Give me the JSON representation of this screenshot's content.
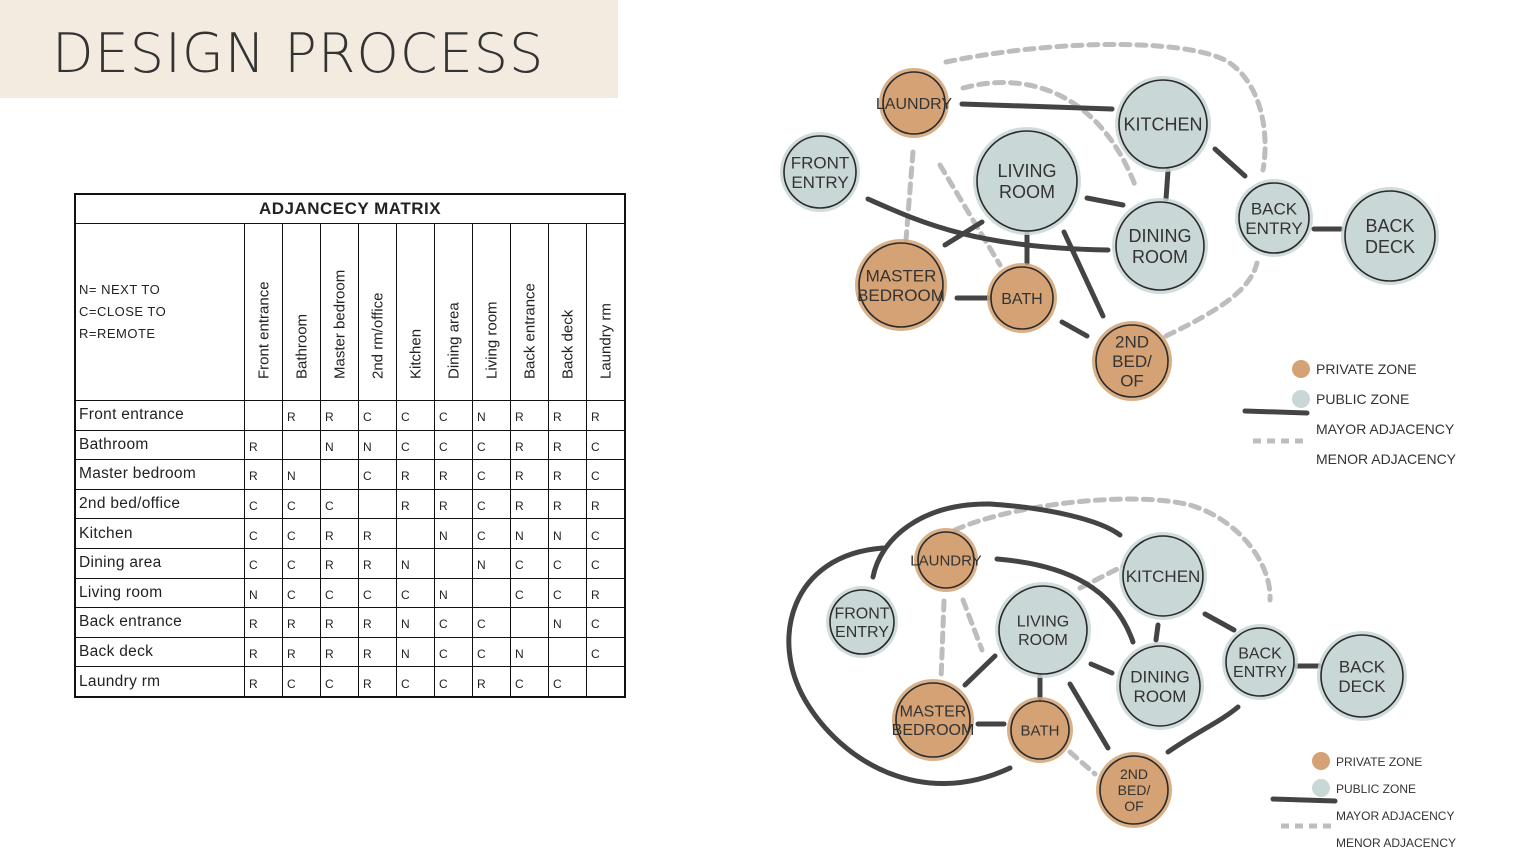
{
  "title": "DESIGN PROCESS",
  "colors": {
    "private": "#d4a274",
    "public": "#c9d7d6",
    "major": "#444444",
    "minor": "#bdbdbd",
    "title_bg": "#f3ebe0"
  },
  "matrix": {
    "title": "ADJANCECY MATRIX",
    "legend": [
      "N= NEXT TO",
      "C=CLOSE TO",
      "R=REMOTE"
    ],
    "columns": [
      "Front entrance",
      "Bathroom",
      "Master bedroom",
      "2nd rm/office",
      "Kitchen",
      "Dining area",
      "Living room",
      "Back entrance",
      "Back deck",
      "Laundry rm"
    ],
    "rows": [
      {
        "label": "Front entrance",
        "cells": [
          "",
          "R",
          "R",
          "C",
          "C",
          "C",
          "N",
          "R",
          "R",
          "R"
        ]
      },
      {
        "label": "Bathroom",
        "cells": [
          "R",
          "",
          "N",
          "N",
          "C",
          "C",
          "C",
          "R",
          "R",
          "C"
        ]
      },
      {
        "label": "Master bedroom",
        "cells": [
          "R",
          "N",
          "",
          "C",
          "R",
          "R",
          "C",
          "R",
          "R",
          "C"
        ]
      },
      {
        "label": "2nd bed/office",
        "cells": [
          "C",
          "C",
          "C",
          "",
          "R",
          "R",
          "C",
          "R",
          "R",
          "R"
        ]
      },
      {
        "label": "Kitchen",
        "cells": [
          "C",
          "C",
          "R",
          "R",
          "",
          "N",
          "C",
          "N",
          "N",
          "C"
        ]
      },
      {
        "label": "Dining area",
        "cells": [
          "C",
          "C",
          "R",
          "R",
          "N",
          "",
          "N",
          "C",
          "C",
          "C"
        ]
      },
      {
        "label": "Living room",
        "cells": [
          "N",
          "C",
          "C",
          "C",
          "C",
          "N",
          "",
          "C",
          "C",
          "R"
        ]
      },
      {
        "label": "Back entrance",
        "cells": [
          "R",
          "R",
          "R",
          "R",
          "N",
          "C",
          "C",
          "",
          "N",
          "C"
        ]
      },
      {
        "label": "Back deck",
        "cells": [
          "R",
          "R",
          "R",
          "R",
          "N",
          "C",
          "C",
          "N",
          "",
          "C"
        ]
      },
      {
        "label": "Laundry rm",
        "cells": [
          "R",
          "C",
          "C",
          "R",
          "C",
          "C",
          "R",
          "C",
          "C",
          ""
        ]
      }
    ]
  },
  "diagrams": [
    {
      "nodes": [
        {
          "lines": [
            "LAUNDRY"
          ],
          "zone": "private"
        },
        {
          "lines": [
            "KITCHEN"
          ],
          "zone": "public"
        },
        {
          "lines": [
            "FRONT",
            "ENTRY"
          ],
          "zone": "public"
        },
        {
          "lines": [
            "LIVING",
            "ROOM"
          ],
          "zone": "public"
        },
        {
          "lines": [
            "DINING",
            "ROOM"
          ],
          "zone": "public"
        },
        {
          "lines": [
            "BACK",
            "ENTRY"
          ],
          "zone": "public"
        },
        {
          "lines": [
            "BACK",
            "DECK"
          ],
          "zone": "public"
        },
        {
          "lines": [
            "MASTER",
            "BEDROOM"
          ],
          "zone": "private"
        },
        {
          "lines": [
            "BATH"
          ],
          "zone": "private"
        },
        {
          "lines": [
            "2ND",
            "BED/",
            "OF"
          ],
          "zone": "private"
        }
      ],
      "legend": [
        "PRIVATE ZONE",
        "PUBLIC ZONE",
        "MAYOR ADJACENCY",
        "MENOR ADJACENCY"
      ]
    },
    {
      "nodes": [
        {
          "lines": [
            "LAUNDRY"
          ],
          "zone": "private"
        },
        {
          "lines": [
            "KITCHEN"
          ],
          "zone": "public"
        },
        {
          "lines": [
            "FRONT",
            "ENTRY"
          ],
          "zone": "public"
        },
        {
          "lines": [
            "LIVING",
            "ROOM"
          ],
          "zone": "public"
        },
        {
          "lines": [
            "DINING",
            "ROOM"
          ],
          "zone": "public"
        },
        {
          "lines": [
            "BACK",
            "ENTRY"
          ],
          "zone": "public"
        },
        {
          "lines": [
            "BACK",
            "DECK"
          ],
          "zone": "public"
        },
        {
          "lines": [
            "MASTER",
            "BEDROOM"
          ],
          "zone": "private"
        },
        {
          "lines": [
            "BATH"
          ],
          "zone": "private"
        },
        {
          "lines": [
            "2ND",
            "BED/",
            "OF"
          ],
          "zone": "private"
        }
      ],
      "legend": [
        "PRIVATE ZONE",
        "PUBLIC ZONE",
        "MAYOR ADJACENCY",
        "MENOR ADJACENCY"
      ]
    }
  ]
}
